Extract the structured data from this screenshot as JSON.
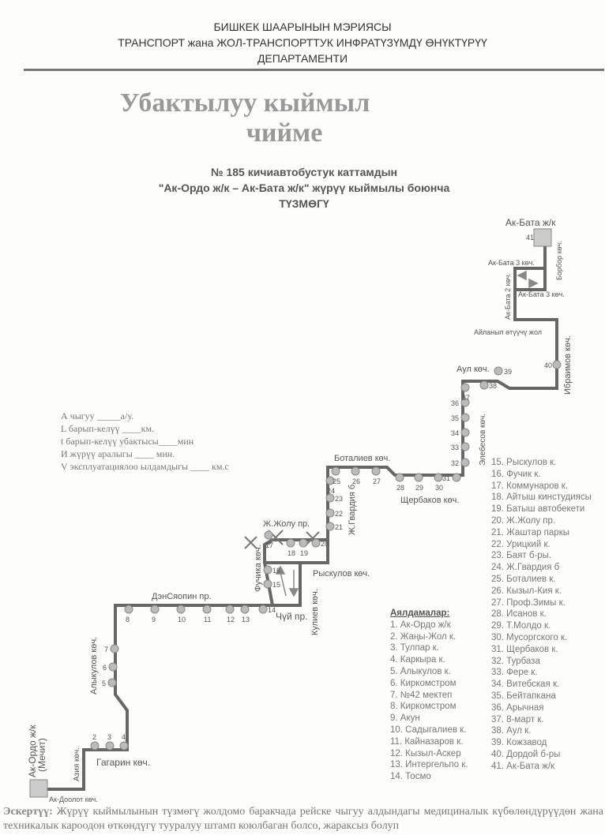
{
  "header": {
    "line1": "БИШКЕК ШААРЫНЫН МЭРИЯСЫ",
    "line2": "ТРАНСПОРТ жана ЖОЛ-ТРАНСПОРТТУК ИНФРАТҮЗҮМДҮ ӨНҮКТҮРҮҮ",
    "line3": "ДЕПАРТАМЕНТИ"
  },
  "title": {
    "line1": "Убактылуу кыймыл",
    "line2": "чийме"
  },
  "subtitle": {
    "line1": "№ 185 кичиавтобустук каттамдын",
    "line2": "\"Ак-Ордо ж/к – Ак-Бата ж/к\" жүрүү кыймылы боюнча",
    "line3": "ТҮЗМӨГҮ"
  },
  "params": [
    "А чыгуу _____а/у.",
    "L барып-келүү ____км.",
    "t барып-келүү убактысы____мин",
    "И жүрүү аралыгы ____    мин.",
    "V эксплуатациялоо ылдамдыгы ____ км.с"
  ],
  "streets": {
    "ak_bata": "Ак-Бата ж/к",
    "ak_ordo": "Ак-Ордо  ж/к",
    "mechit": "(Мечит)",
    "ak_doolot": "Ак-Доолот көч.",
    "azia": "Азия көч.",
    "gagarin": "Гагарин көч.",
    "alykulov": "Алыкулов  көч.",
    "densyaopin": "ДэнСяопин пр.",
    "chui": "Чүй пр.",
    "kuliev": "Кулиев көч.",
    "fuchik": "Фучика көч.",
    "zh_zholu": "Ж.Жолу пр.",
    "ryskulov": "Рыскулов көч.",
    "zh_gvardia": "Ж.Гвардия б",
    "botaliev": "Боталиев көч.",
    "sherbakov": "Щербаков көч.",
    "elebesov": "Элебесов көч.",
    "aul": "Аул көч.",
    "ibraimov": "Ибраимов көч.",
    "aipanyp": "Айланып өтүүчү жол",
    "ak_bata2": "Ак-Бата 2 көч.",
    "ak_bata3a": "Ак-Бата 3 көч.",
    "ak_bata3b": "Ак-Бата 3 көч.",
    "borbor": "Борбор көч."
  },
  "legend_title": "Аялдамалар:",
  "stops": [
    "1. Ак-Ордо ж/к",
    "2. Жаңы-Жол к.",
    "3. Тулпар к.",
    "4. Каркыра к.",
    "5. Алыкулов к.",
    "6. Киркомстром",
    "7. №42 мектеп",
    "8. Киркомстром",
    "9. Акун",
    "10. Садыгалиев к.",
    "11. Кайназаров к.",
    "12. Кызыл-Аскер",
    "13. Интергельпо к.",
    "14. Тосмо",
    "15. Рыскулов к.",
    "16. Фучик к.",
    "17. Коммунаров к.",
    "18. Айтыш кинстудиясы",
    "19. Батыш автобекети",
    "20. Ж.Жолу пр.",
    "21. Жаштар паркы",
    "22. Урицкий к.",
    "23. Баят б-ры.",
    "24. Ж.Гвардия б",
    "25. Боталиев к.",
    "26. Кызыл-Кия к.",
    "27. Проф.Зимы к.",
    "28. Исанов к.",
    "29. Т.Молдо к.",
    "30. Мусоргского к.",
    "31. Щербаков к.",
    "32. Турбаза",
    "33. Фере к.",
    "34. Витебская к.",
    "35. Бейтапкана",
    "36. Арычная",
    "37. 8-март к.",
    "38. Аул к.",
    "39. Кожзавод",
    "40. Дордой б-ры",
    "41. Ак-Бата ж/к"
  ],
  "note": {
    "label": "Эскертүү:",
    "text": " Жүрүү кыймылынын түзмөгү жолдомо баракчада рейске чыгуу алдындагы медициналык күбөлөндүрүүдөн жана техникалык кароодон өткөндүгү тууралуу штамп коюлбаган болсо, жараксыз болуп"
  },
  "colors": {
    "route": "#666666",
    "stop": "#bbbbbb",
    "terminal": "#cccccc"
  }
}
